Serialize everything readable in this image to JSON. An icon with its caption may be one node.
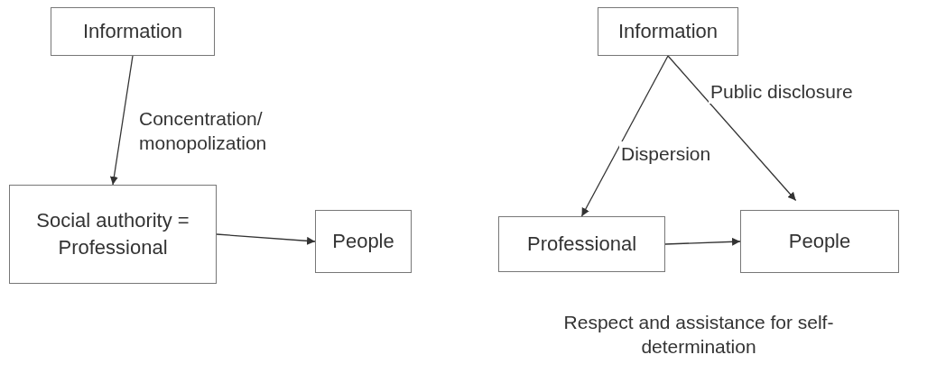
{
  "diagram": {
    "nodes": [
      {
        "text": [
          "Information"
        ]
      },
      {
        "text": [
          "Social authority = Professional"
        ]
      },
      {
        "text": [
          "People"
        ]
      },
      {
        "text": [
          "Information"
        ]
      },
      {
        "text": [
          "Professional"
        ]
      },
      {
        "text": [
          "People"
        ]
      }
    ],
    "edges": [
      {
        "from": 0,
        "to": 1,
        "arrow": "to",
        "label": "Concentration/ monopolization"
      },
      {
        "from": 1,
        "to": 2,
        "arrow": "to"
      },
      {
        "from": 3,
        "to": 4,
        "arrow": "to",
        "label": "Dispersion"
      },
      {
        "from": 3,
        "to": 5,
        "arrow": "to",
        "label": "Public disclosure"
      },
      {
        "from": 4,
        "to": 5,
        "arrow": "to"
      }
    ],
    "labels": [
      "Respect and assistance for self-determination"
    ]
  }
}
